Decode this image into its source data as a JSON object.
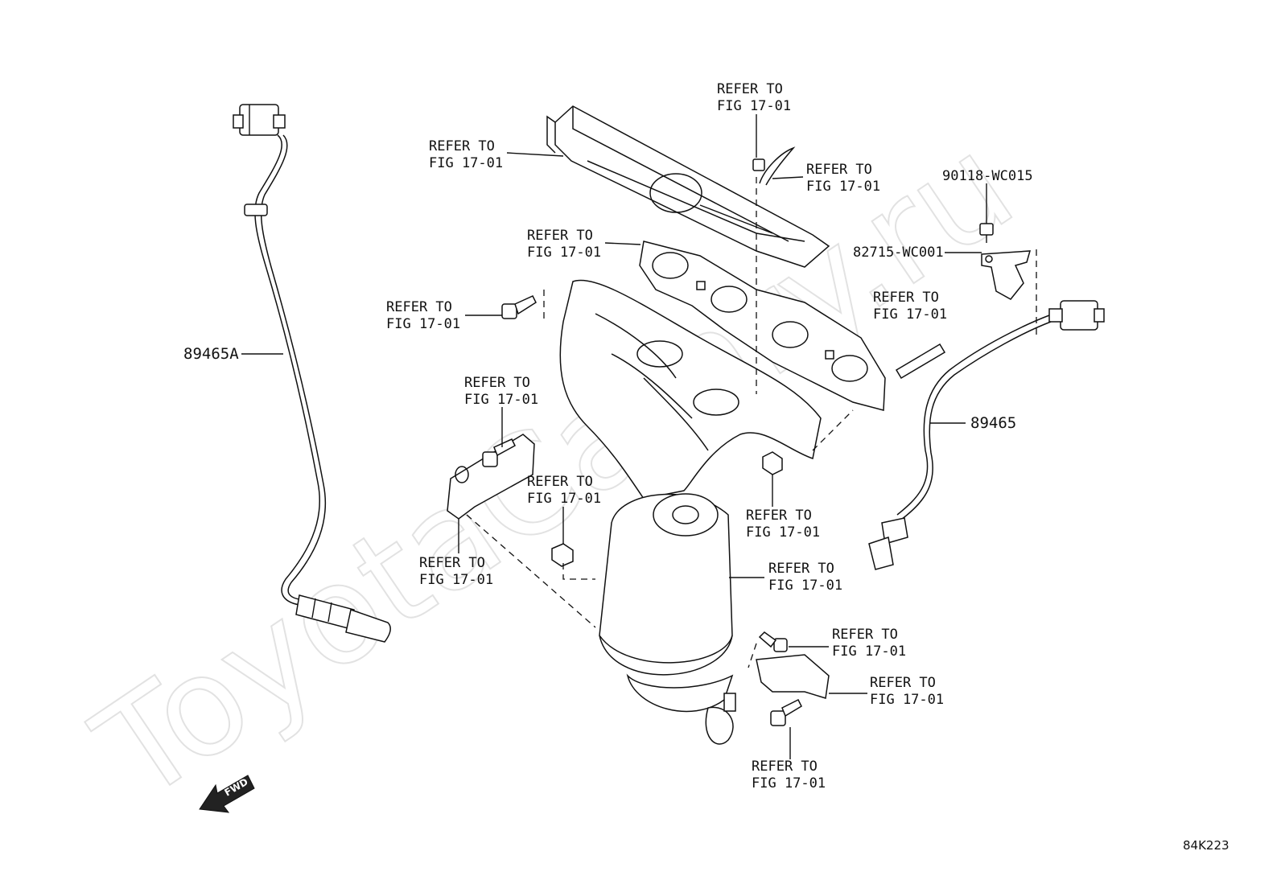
{
  "watermark": "ToyotaCamry.ru",
  "refer_label": {
    "line1": "REFER TO",
    "line2": "FIG 17-01"
  },
  "parts": {
    "sensor_rear": "89465A",
    "sensor_front": "89465",
    "bolt": "90118-WC015",
    "bracket": "82715-WC001"
  },
  "fwd_label": "FWD",
  "diagram_code": "84K223"
}
